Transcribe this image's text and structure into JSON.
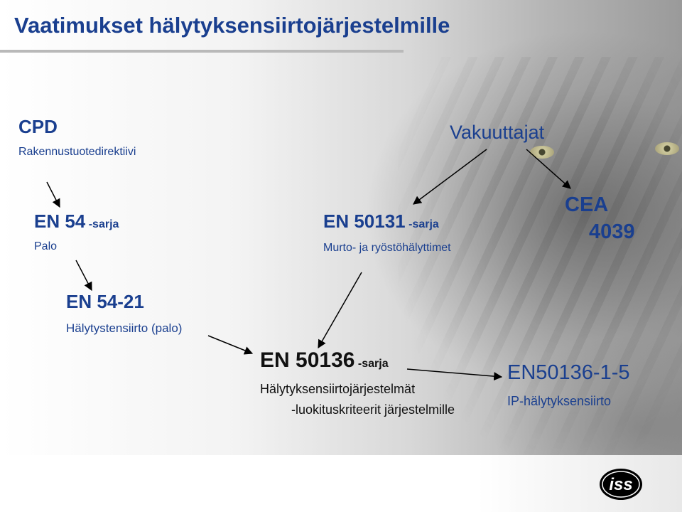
{
  "title": "Vaatimukset hälytyksensiirtojärjestelmille",
  "cpd": {
    "heading": "CPD",
    "subtitle": "Rakennustuotedirektiivi"
  },
  "vakuuttajat": "Vakuuttajat",
  "en54": {
    "code": "EN 54",
    "suffix": "-sarja",
    "desc": "Palo"
  },
  "en50131": {
    "code": "EN 50131",
    "suffix": "-sarja",
    "desc": "Murto- ja ryöstöhälyttimet"
  },
  "cea": {
    "line1": "CEA",
    "line2": "4039"
  },
  "en54_21": {
    "code": "EN 54-21",
    "desc": "Hälytystensiirto (palo)"
  },
  "en50136": {
    "code": "EN 50136",
    "suffix": "-sarja",
    "desc1": "Hälytyksensiirtojärjestelmät",
    "desc2": "-luokituskriteerit järjestelmille"
  },
  "en50136_1_5": {
    "code": "EN50136-1-5",
    "desc": "IP-hälytyksensiirto"
  },
  "logo": {
    "text": "iss",
    "color": "#000000"
  },
  "colors": {
    "accent": "#1a3f8f",
    "text_dark": "#111111"
  }
}
